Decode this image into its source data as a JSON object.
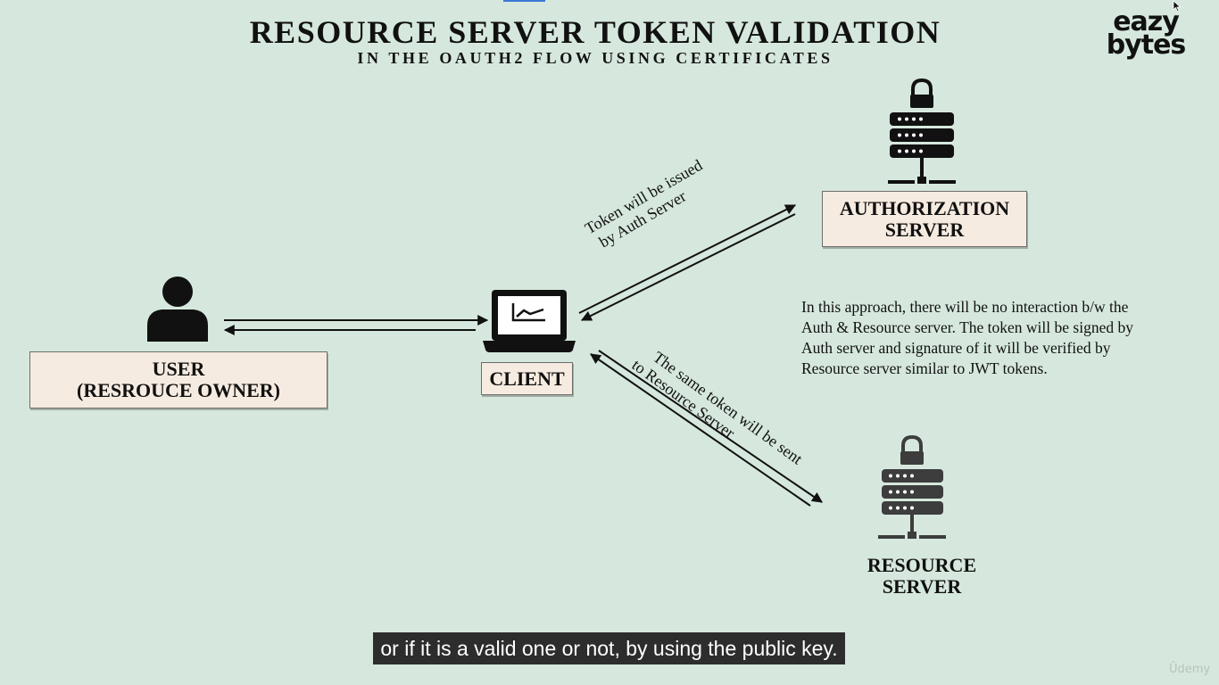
{
  "title": {
    "main": "RESOURCE SERVER TOKEN VALIDATION",
    "sub": "IN THE OAUTH2 FLOW USING CERTIFICATES"
  },
  "logo": {
    "line1": "eazy",
    "line2": "bytes"
  },
  "nodes": {
    "user": {
      "line1": "USER",
      "line2": "(RESROUCE OWNER)"
    },
    "client": {
      "label": "CLIENT"
    },
    "auth_server": {
      "line1": "AUTHORIZATION",
      "line2": "SERVER"
    },
    "resource_server": {
      "line1": "RESOURCE",
      "line2": "SERVER"
    }
  },
  "edge_labels": {
    "auth_token": {
      "line1": "Token will be issued",
      "line2": "by Auth Server"
    },
    "resource_token": {
      "line1": "The same token will be sent",
      "line2": "to Resource Server"
    }
  },
  "description": [
    "In this approach, there will be no interaction b/w the",
    "Auth & Resource server. The token will be signed by",
    "Auth server and signature of  it will be verified by",
    "Resource server similar to JWT tokens."
  ],
  "caption": "or if it is a valid one or not, by using the public key.",
  "watermark": "Ûdemy",
  "colors": {
    "background": "#d6e8dd",
    "box_fill": "#f6ebe0",
    "icon_dark": "#111111",
    "icon_gray": "#3d3d3d",
    "caption_bg": "#2d2d2d"
  },
  "icons": {
    "user": "person-icon",
    "client": "laptop-icon",
    "auth_server": "locked-server-icon",
    "resource_server": "locked-server-icon"
  }
}
